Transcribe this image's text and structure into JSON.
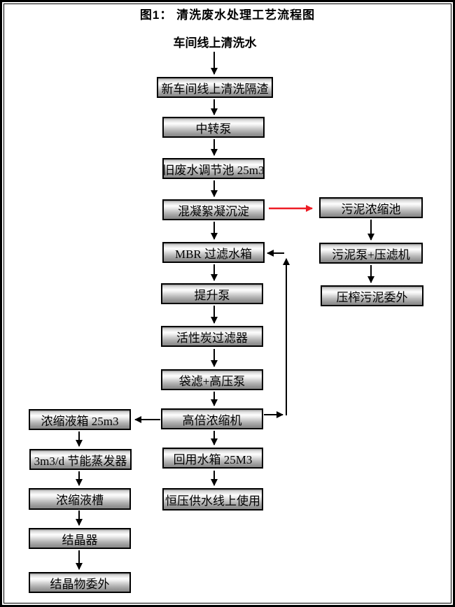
{
  "figure": {
    "title": "图1：  清洗废水处理工艺流程图",
    "source_label": "车间线上清洗水"
  },
  "colors": {
    "line": "#000000",
    "red_arrow": "#ee1c25",
    "box_border": "#000000",
    "box_fill_top": "#999999",
    "box_fill_highlight": "#ffffff",
    "box_fill_bottom": "#898989"
  },
  "nodes": {
    "main": [
      "新车间线上清洗隔渣",
      "中转泵",
      "旧废水调节池 25m3",
      "混凝絮凝沉淀",
      "MBR 过滤水箱",
      "提升泵",
      "活性炭过滤器",
      "袋滤+高压泵",
      "高倍浓缩机",
      "回用水箱 25M3",
      "恒压供水线上使用"
    ],
    "sludge_branch": [
      "污泥浓缩池",
      "污泥泵+压滤机",
      "压榨污泥委外"
    ],
    "concentrate_branch": [
      "浓缩液箱 25m3",
      "3m3/d 节能蒸发器",
      "浓缩液槽",
      "结晶器",
      "结晶物委外"
    ]
  }
}
